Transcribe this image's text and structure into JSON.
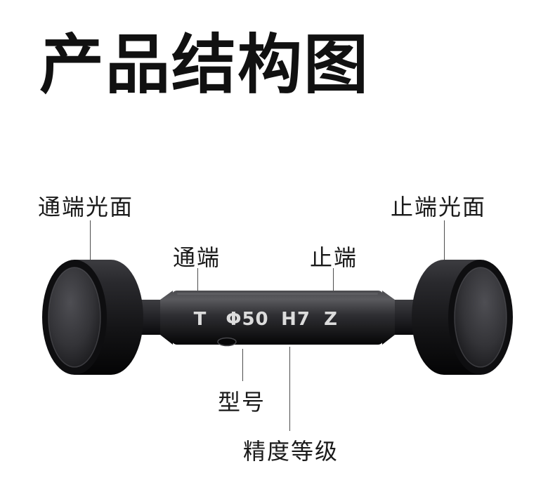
{
  "page": {
    "title": "产品结构图"
  },
  "diagram": {
    "labels": {
      "go_end_face": "通端光面",
      "nogo_end_face": "止端光面",
      "go_end": "通端",
      "nogo_end": "止端",
      "model": "型号",
      "accuracy_grade": "精度等级"
    },
    "markings": {
      "go_mark": "T",
      "size_mark": "Φ50",
      "tolerance_mark": "H7",
      "nogo_mark": "Z"
    },
    "colors": {
      "background": "#ffffff",
      "title_text": "#111111",
      "label_text": "#1a1a1a",
      "leader_line": "#4d4d4d",
      "gauge_dark": "#0a0a0c",
      "gauge_mid": "#2f2f33",
      "gauge_highlight": "#5a5a5e",
      "marking_text": "#dcdcdc"
    }
  }
}
